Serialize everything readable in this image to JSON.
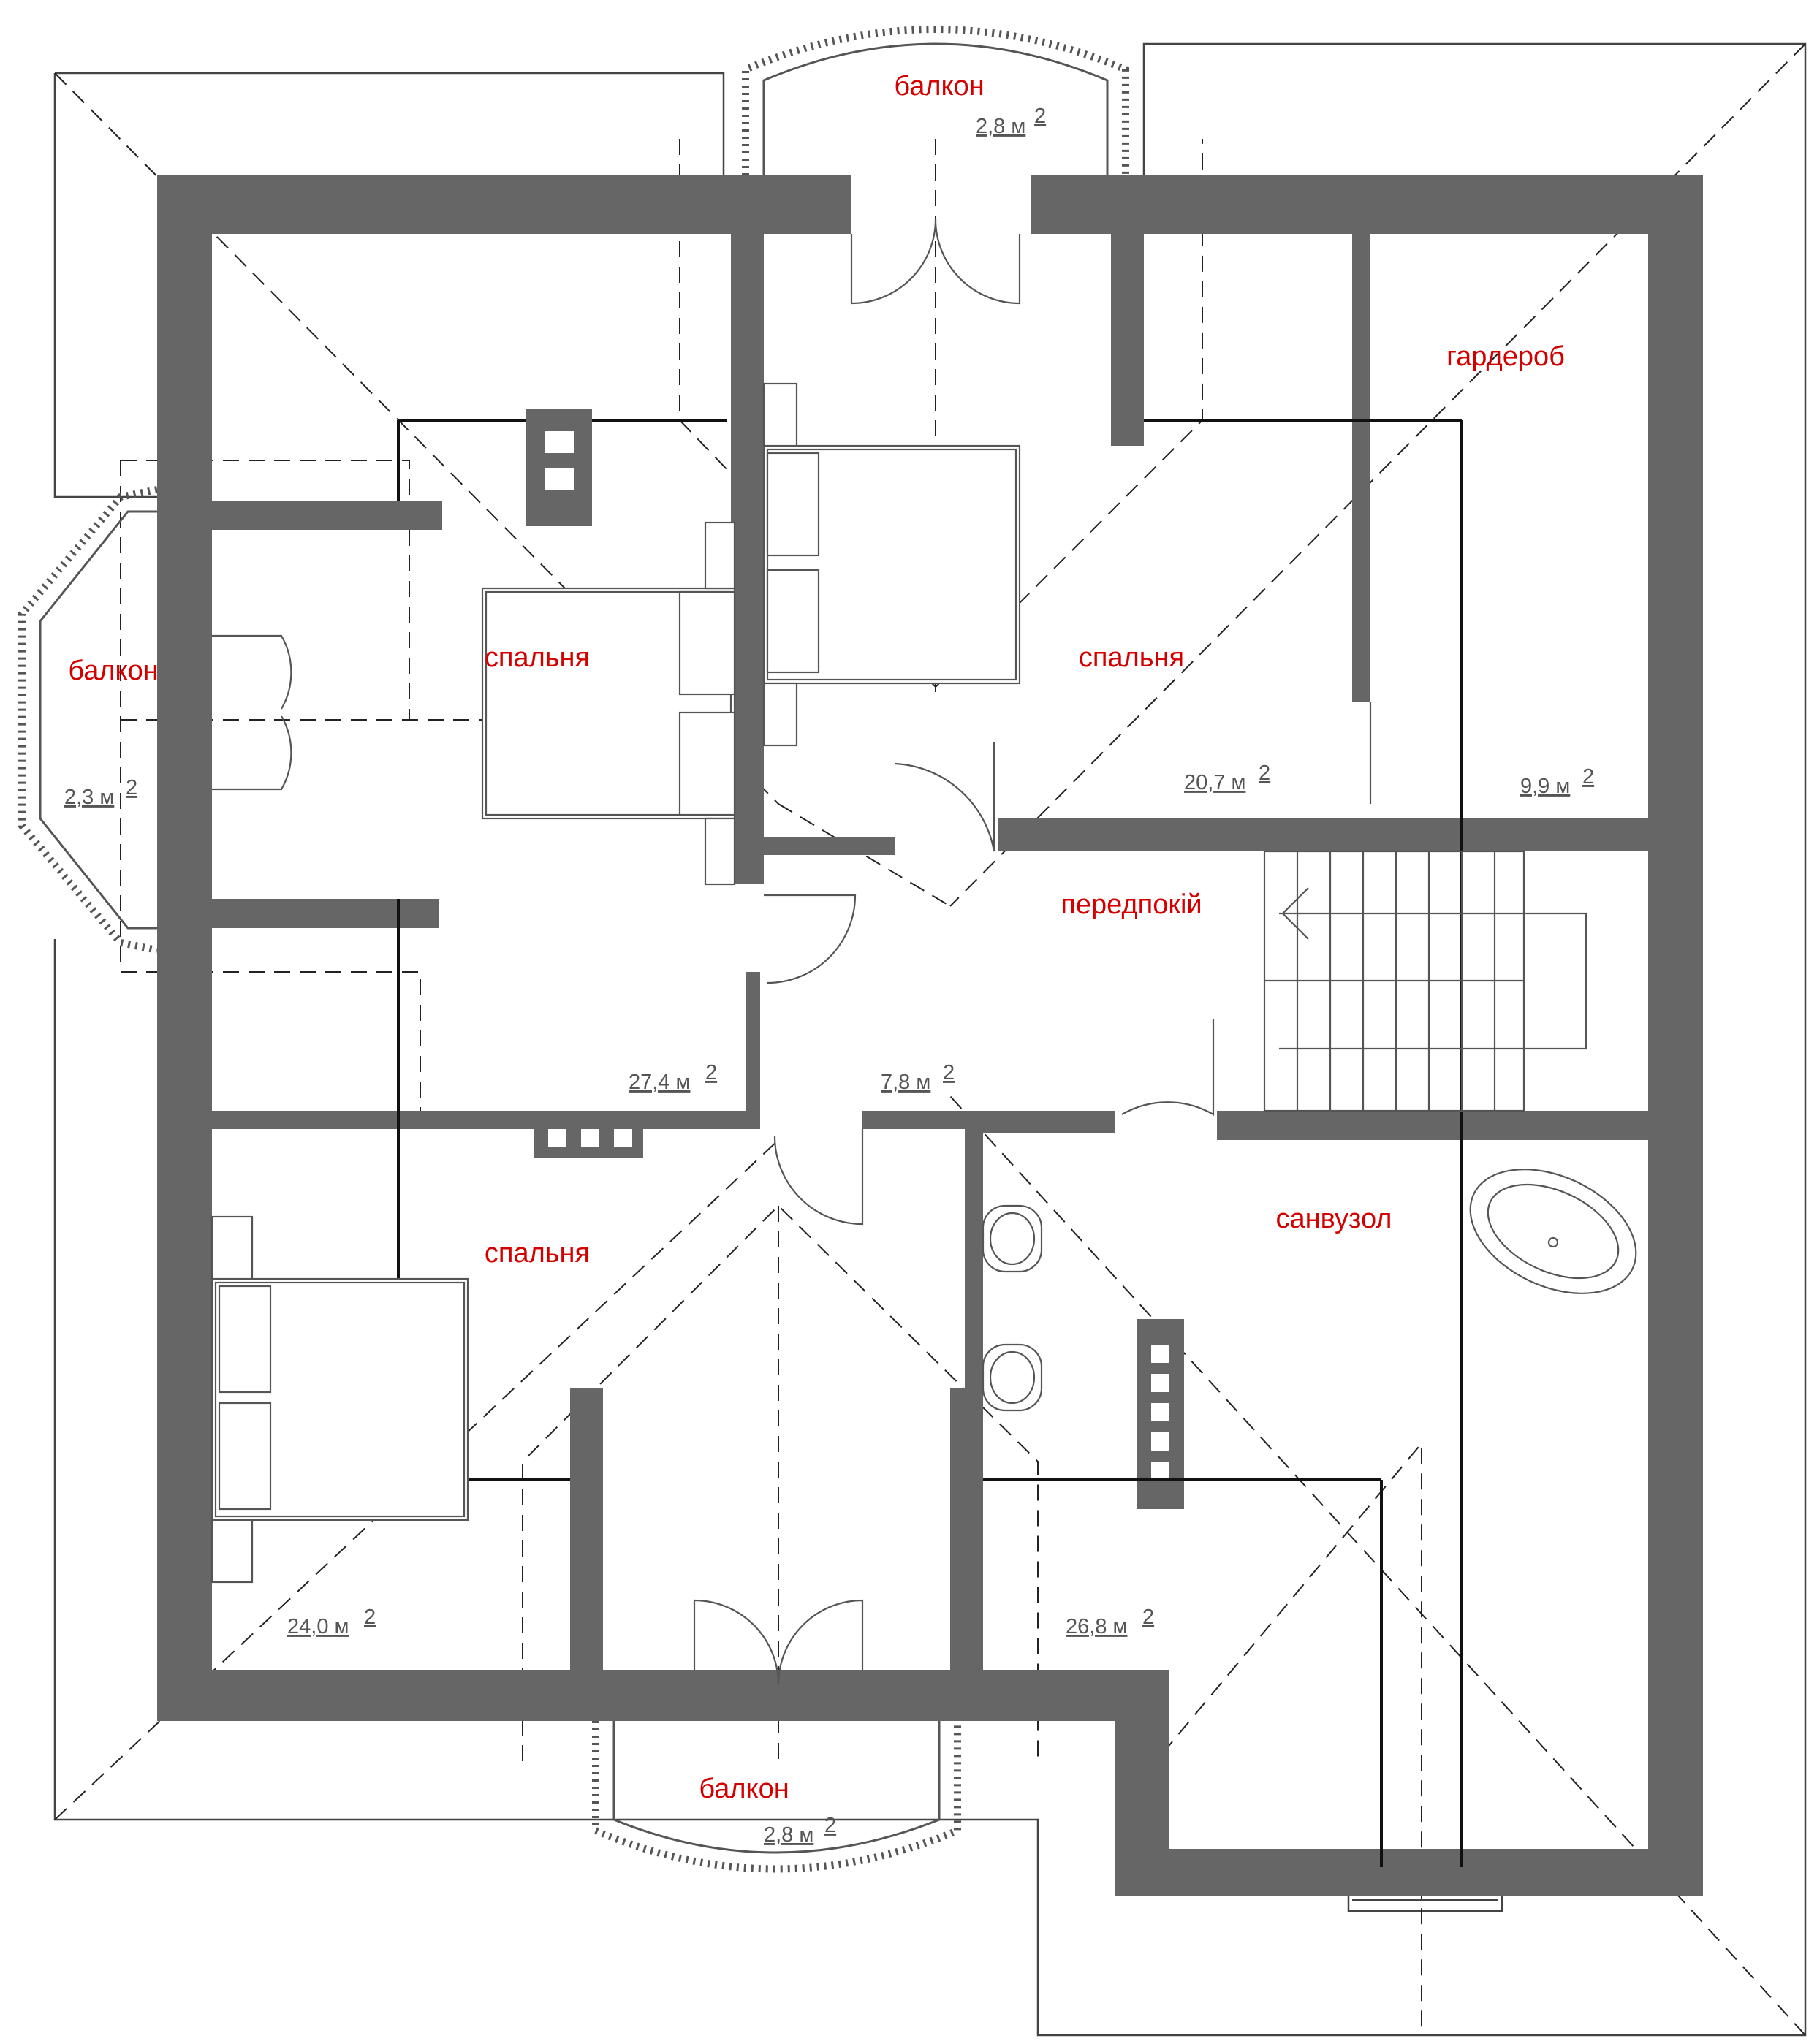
{
  "rooms": {
    "balcony_top": {
      "name": "балкон",
      "area": "2,8 м"
    },
    "balcony_left": {
      "name": "балкон",
      "area": "2,3 м"
    },
    "balcony_bottom": {
      "name": "балкон",
      "area": "2,8 м"
    },
    "bedroom_left": {
      "name": "спальня",
      "area": "27,4 м"
    },
    "bedroom_center": {
      "name": "спальня",
      "area": "20,7 м"
    },
    "wardrobe": {
      "name": "гардероб",
      "area": "9,9 м"
    },
    "hallway": {
      "name": "передпокій",
      "area": "7,8 м"
    },
    "bedroom_bottom": {
      "name": "спальня",
      "area": "24,0 м"
    },
    "bathroom": {
      "name": "санвузол",
      "area": ""
    },
    "room_bottom_right": {
      "name": "",
      "area": "26,8 м"
    }
  },
  "area_unit_superscript": "2",
  "colors": {
    "wall": "#666666",
    "label": "#d40000",
    "area_text": "#555555"
  }
}
